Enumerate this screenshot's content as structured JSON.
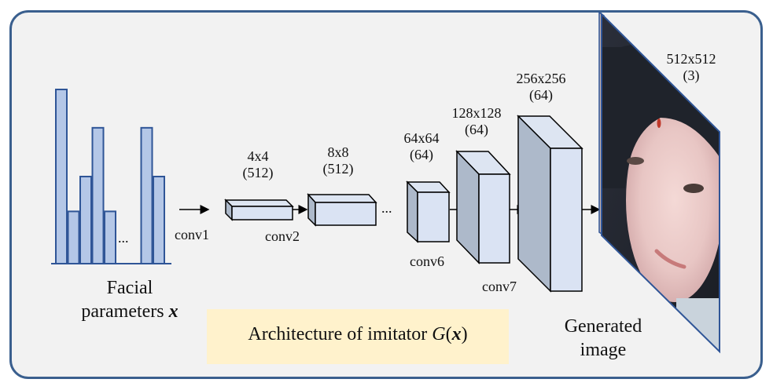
{
  "figure": {
    "caption": "Architecture of imitator",
    "caption_math_symbol": "G",
    "caption_math_arg": "x",
    "input_label_line1": "Facial",
    "input_label_line2": "parameters",
    "input_label_symbol": "x",
    "input_ellipsis": "...",
    "mid_ellipsis": "...",
    "output_label_line1": "Generated",
    "output_label_line2": "image"
  },
  "input_bars": {
    "relative_heights": [
      1.0,
      0.3,
      0.5,
      0.78,
      0.3,
      0.78,
      0.5
    ],
    "gap_after_index": 4,
    "fill": "#b4c7e7",
    "stroke": "#2f5597"
  },
  "layers": [
    {
      "name": "conv1",
      "size": "",
      "channels": ""
    },
    {
      "name": "conv2",
      "size": "4x4",
      "channels": "(512)"
    },
    {
      "name": "",
      "size": "8x8",
      "channels": "(512)"
    },
    {
      "name": "conv6",
      "size": "64x64",
      "channels": "(64)"
    },
    {
      "name": "conv7",
      "size": "128x128",
      "channels": "(64)"
    },
    {
      "name": "",
      "size": "256x256",
      "channels": "(64)"
    }
  ],
  "output": {
    "size": "512x512",
    "channels": "(3)"
  },
  "colors": {
    "frame_border": "#3a5f8e",
    "frame_bg": "#f2f2f2",
    "caption_bg": "#fff2cc",
    "block_front": "#dae3f3",
    "block_side": "#adb9ca",
    "block_top": "#dde5f2"
  }
}
